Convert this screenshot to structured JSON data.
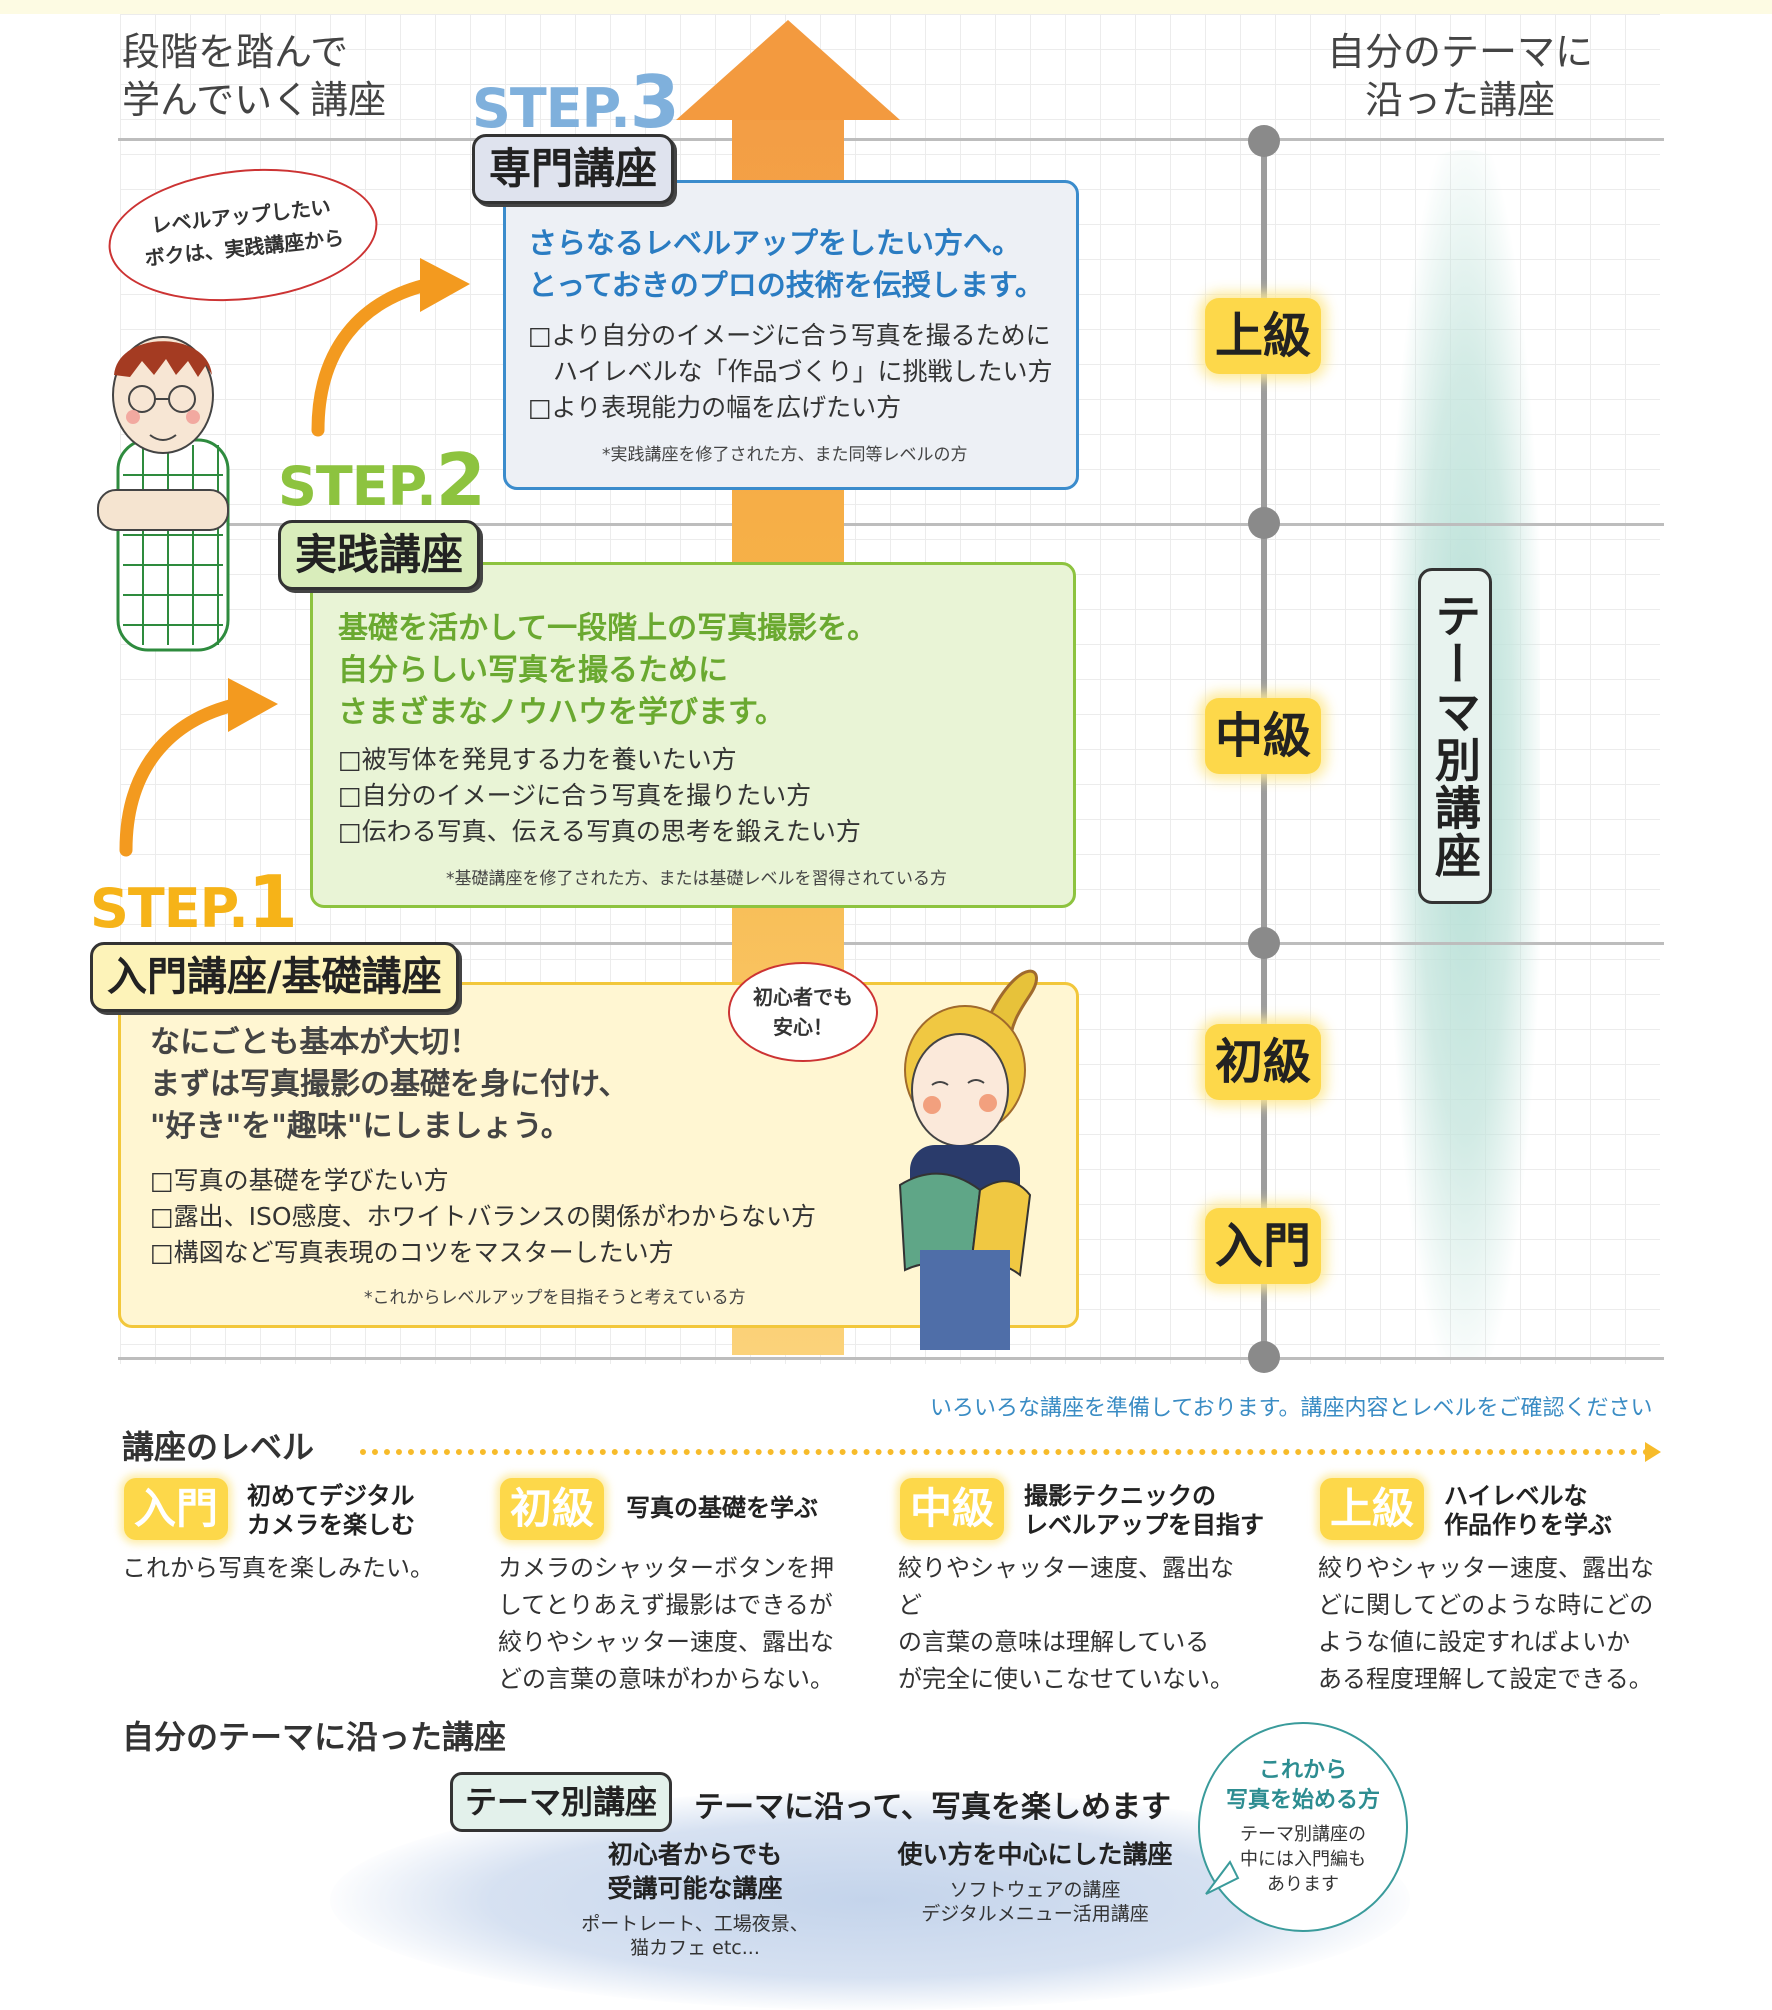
{
  "headers": {
    "left": "段階を踏んで\n学んでいく講座",
    "right": "自分のテーマに\n沿った講座"
  },
  "steps": [
    {
      "tag_word": "STEP.",
      "tag_num": "1",
      "tag_color": "#f6b318",
      "title": "入門講座/基礎講座",
      "pill_color": "#fdf3b9",
      "box_bg": "#fff6d2",
      "box_border": "#f2c73b",
      "lead_color": "#444444",
      "lead": "なにごとも基本が大切！\nまずは写真撮影の基礎を身に付け、\n\"好き\"を\"趣味\"にしましょう。",
      "items": [
        "□写真の基礎を学びたい方",
        "□露出、ISO感度、ホワイトバランスの関係がわからない方",
        "□構図など写真表現のコツをマスターしたい方"
      ],
      "note": "*これからレベルアップを目指そうと考えている方"
    },
    {
      "tag_word": "STEP.",
      "tag_num": "2",
      "tag_color": "#8dc33f",
      "title": "実践講座",
      "pill_color": "#d9edbb",
      "box_bg": "#e9f4d6",
      "box_border": "#8dc33f",
      "lead_color": "#6aa930",
      "lead": "基礎を活かして一段階上の写真撮影を。\n自分らしい写真を撮るために\nさまざまなノウハウを学びます。",
      "items": [
        "□被写体を発見する力を養いたい方",
        "□自分のイメージに合う写真を撮りたい方",
        "□伝わる写真、伝える写真の思考を鍛えたい方"
      ],
      "note": "*基礎講座を修了された方、または基礎レベルを習得されている方"
    },
    {
      "tag_word": "STEP.",
      "tag_num": "3",
      "tag_color": "#7fb0dc",
      "title": "専門講座",
      "pill_color": "#dfe3ee",
      "box_bg": "#edf0f5",
      "box_border": "#3b8ccc",
      "lead_color": "#2a7cc2",
      "lead": "さらなるレベルアップをしたい方へ。\nとっておきのプロの技術を伝授します。",
      "items": [
        "□より自分のイメージに合う写真を撮るために",
        "　ハイレベルな「作品づくり」に挑戦したい方",
        "□より表現能力の幅を広げたい方"
      ],
      "note": "*実践講座を修了された方、また同等レベルの方"
    }
  ],
  "levels_axis": [
    "上級",
    "中級",
    "初級",
    "入門"
  ],
  "theme_label": "テーマ別講座",
  "bubbles": {
    "man": "レベルアップしたい\nボクは、実践講座から",
    "woman": "初心者でも\n安心！"
  },
  "caption": "いろいろな講座を準備しております。講座内容とレベルをご確認ください",
  "legend": {
    "title": "講座のレベル",
    "levels": [
      {
        "badge": "入門",
        "head": "初めてデジタル\nカメラを楽しむ",
        "desc": "これから写真を楽しみたい。"
      },
      {
        "badge": "初級",
        "head": "写真の基礎を学ぶ",
        "desc": "カメラのシャッターボタンを押\nしてとりあえず撮影はできるが\n絞りやシャッター速度、露出な\nどの言葉の意味がわからない。"
      },
      {
        "badge": "中級",
        "head": "撮影テクニックの\nレベルアップを目指す",
        "desc": "絞りやシャッター速度、露出など\nの言葉の意味は理解している\nが完全に使いこなせていない。"
      },
      {
        "badge": "上級",
        "head": "ハイレベルな\n作品作りを学ぶ",
        "desc": "絞りやシャッター速度、露出な\nどに関してどのような時にどの\nような値に設定すればよいか\nある程度理解して設定できる。"
      }
    ]
  },
  "theme_section": {
    "title": "自分のテーマに沿った講座",
    "pill": "テーマ別講座",
    "tagline": "テーマに沿って、写真を楽しめます",
    "col1_head": "初心者からでも\n受講可能な講座",
    "col1_sub": "ポートレート、工場夜景、\n猫カフェ etc...",
    "col2_head": "使い方を中心にした講座",
    "col2_sub": "ソフトウェアの講座\nデジタルメニュー活用講座",
    "circle_head": "これから\n写真を始める方",
    "circle_body": "テーマ別講座の\n中には入門編も\nあります"
  }
}
